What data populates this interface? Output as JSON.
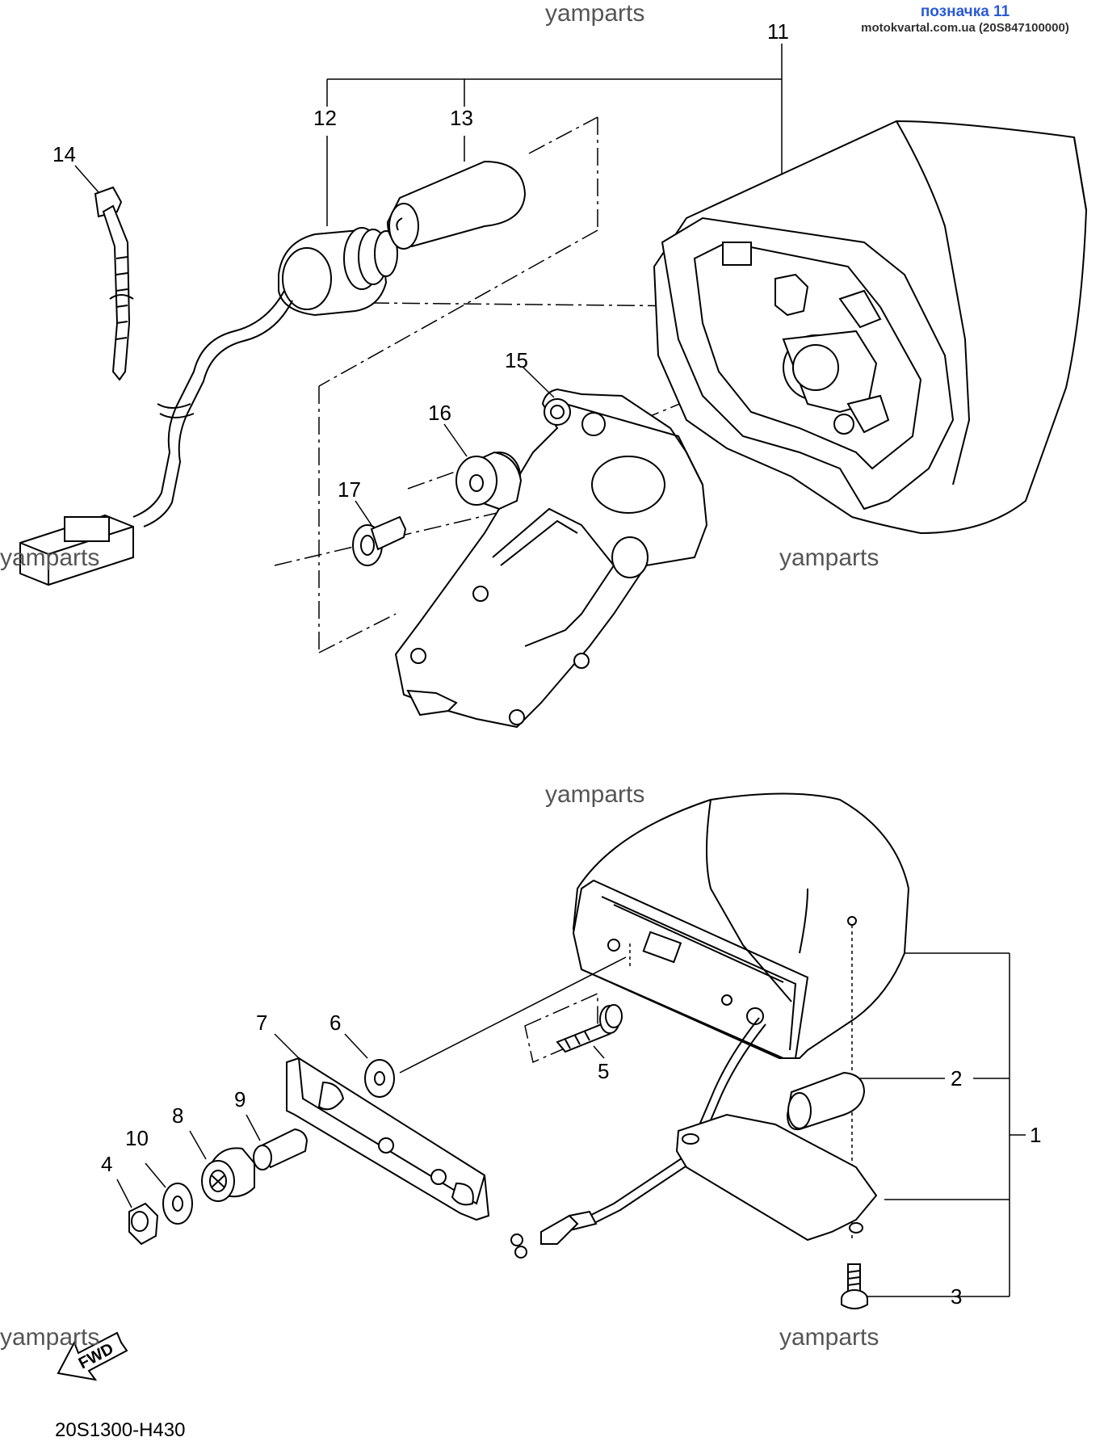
{
  "header": {
    "title": "позначка 11",
    "source": "motokvartal.com.ua (20S847100000)"
  },
  "watermarks": [
    "yamparts",
    "yamparts",
    "yamparts",
    "yamparts",
    "yamparts",
    "yamparts"
  ],
  "callouts": {
    "c1": "1",
    "c2": "2",
    "c3": "3",
    "c4": "4",
    "c5": "5",
    "c6": "6",
    "c7": "7",
    "c8": "8",
    "c9": "9",
    "c10": "10",
    "c11": "11",
    "c12": "12",
    "c13": "13",
    "c14": "14",
    "c15": "15",
    "c16": "16",
    "c17": "17"
  },
  "fwd_label": "FWD",
  "diagram_code": "20S1300-H430"
}
